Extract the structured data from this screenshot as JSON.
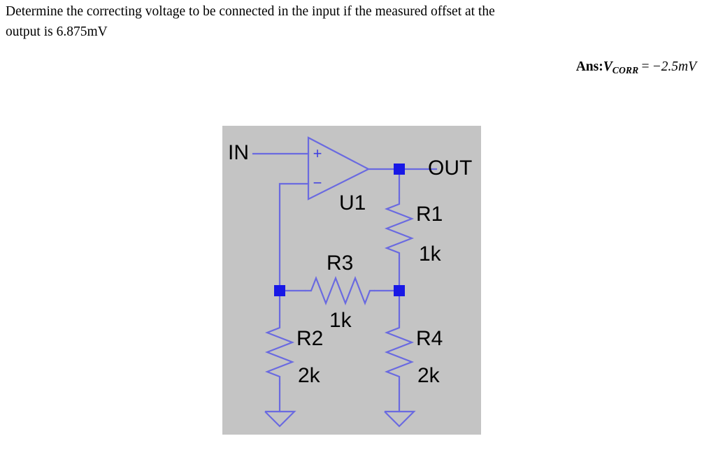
{
  "question": {
    "line1": "Determine the correcting voltage to be connected in the input if the measured offset at the",
    "line2": "output is 6.875mV"
  },
  "answer": {
    "label": "Ans:",
    "variable": "V",
    "subscript": "CORR",
    "operator": "=",
    "value": "−2.5mV",
    "full_text": "Ans: V_CORR = −2.5mV"
  },
  "schematic": {
    "background_color": "#c4c4c4",
    "wire_color": "#6a6ae0",
    "node_color": "#1818e6",
    "text_color": "#000000",
    "ports": {
      "input": "IN",
      "output": "OUT"
    },
    "opamp": {
      "refdes": "U1",
      "plus_sign": "+",
      "minus_sign": "−"
    },
    "components": [
      {
        "refdes": "R1",
        "value": "1k"
      },
      {
        "refdes": "R2",
        "value": "2k"
      },
      {
        "refdes": "R3",
        "value": "1k"
      },
      {
        "refdes": "R4",
        "value": "2k"
      }
    ]
  }
}
